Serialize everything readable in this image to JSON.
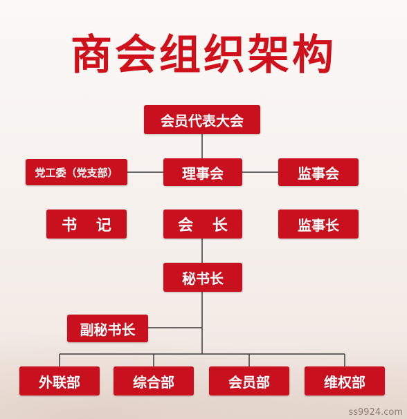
{
  "title": "商会组织架构",
  "nodes": {
    "general_assembly": "会员代表大会",
    "party_committee": "党工委（党支部）",
    "council": "理事会",
    "supervisory_board": "监事会",
    "secretary": "书 记",
    "president": "会 长",
    "chief_supervisor": "监事长",
    "secretary_general": "秘书长",
    "deputy_secretary_general": "副秘书长",
    "dept_external": "外联部",
    "dept_general": "综合部",
    "dept_membership": "会员部",
    "dept_rights": "维权部"
  },
  "watermark": "ss9924.com"
}
